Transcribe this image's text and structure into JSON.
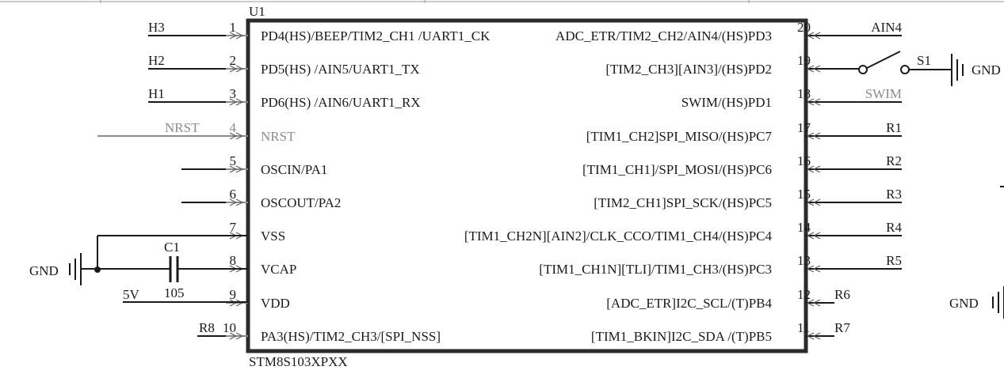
{
  "component": {
    "designator": "U1",
    "part": "STM8S103XPXX"
  },
  "left_pins": [
    {
      "num": "1",
      "label": "PD4(HS)/BEEP/TIM2_CH1 /UART1_CK",
      "net": "H3"
    },
    {
      "num": "2",
      "label": "PD5(HS) /AIN5/UART1_TX",
      "net": "H2"
    },
    {
      "num": "3",
      "label": "PD6(HS) /AIN6/UART1_RX",
      "net": "H1"
    },
    {
      "num": "4",
      "label": "NRST",
      "net": "NRST"
    },
    {
      "num": "5",
      "label": "OSCIN/PA1",
      "net": ""
    },
    {
      "num": "6",
      "label": "OSCOUT/PA2",
      "net": ""
    },
    {
      "num": "7",
      "label": "VSS",
      "net": ""
    },
    {
      "num": "8",
      "label": "VCAP",
      "net": ""
    },
    {
      "num": "9",
      "label": "VDD",
      "net": "5V"
    },
    {
      "num": "10",
      "label": "PA3(HS)/TIM2_CH3/[SPI_NSS]",
      "net": "R8"
    }
  ],
  "right_pins": [
    {
      "num": "20",
      "label": "ADC_ETR/TIM2_CH2/AIN4/(HS)PD3",
      "net": "AIN4"
    },
    {
      "num": "19",
      "label": "[TIM2_CH3][AIN3]/(HS)PD2",
      "net": ""
    },
    {
      "num": "18",
      "label": "SWIM/(HS)PD1",
      "net": "SWIM"
    },
    {
      "num": "17",
      "label": "[TIM1_CH2]SPI_MISO/(HS)PC7",
      "net": "R1"
    },
    {
      "num": "16",
      "label": "[TIM1_CH1]/SPI_MOSI/(HS)PC6",
      "net": "R2"
    },
    {
      "num": "15",
      "label": "[TIM2_CH1]SPI_SCK/(HS)PC5",
      "net": "R3"
    },
    {
      "num": "14",
      "label": "[TIM1_CH2N][AIN2]/CLK_CCO/TIM1_CH4/(HS)PC4",
      "net": "R4"
    },
    {
      "num": "13",
      "label": "[TIM1_CH1N][TLI]/TIM1_CH3/(HS)PC3",
      "net": "R5"
    },
    {
      "num": "12",
      "label": "[ADC_ETR]I2C_SCL/(T)PB4",
      "net": "R6"
    },
    {
      "num": "11",
      "label": "[TIM1_BKIN]I2C_SDA /(T)PB5",
      "net": "R7"
    }
  ],
  "capacitor": {
    "ref": "C1",
    "value": "105"
  },
  "switch": {
    "ref": "S1"
  },
  "ground": {
    "label": "GND"
  },
  "colors": {
    "line": "#1a1a1a",
    "grey": "#8c8c8c",
    "body": "#2b2b2b"
  }
}
